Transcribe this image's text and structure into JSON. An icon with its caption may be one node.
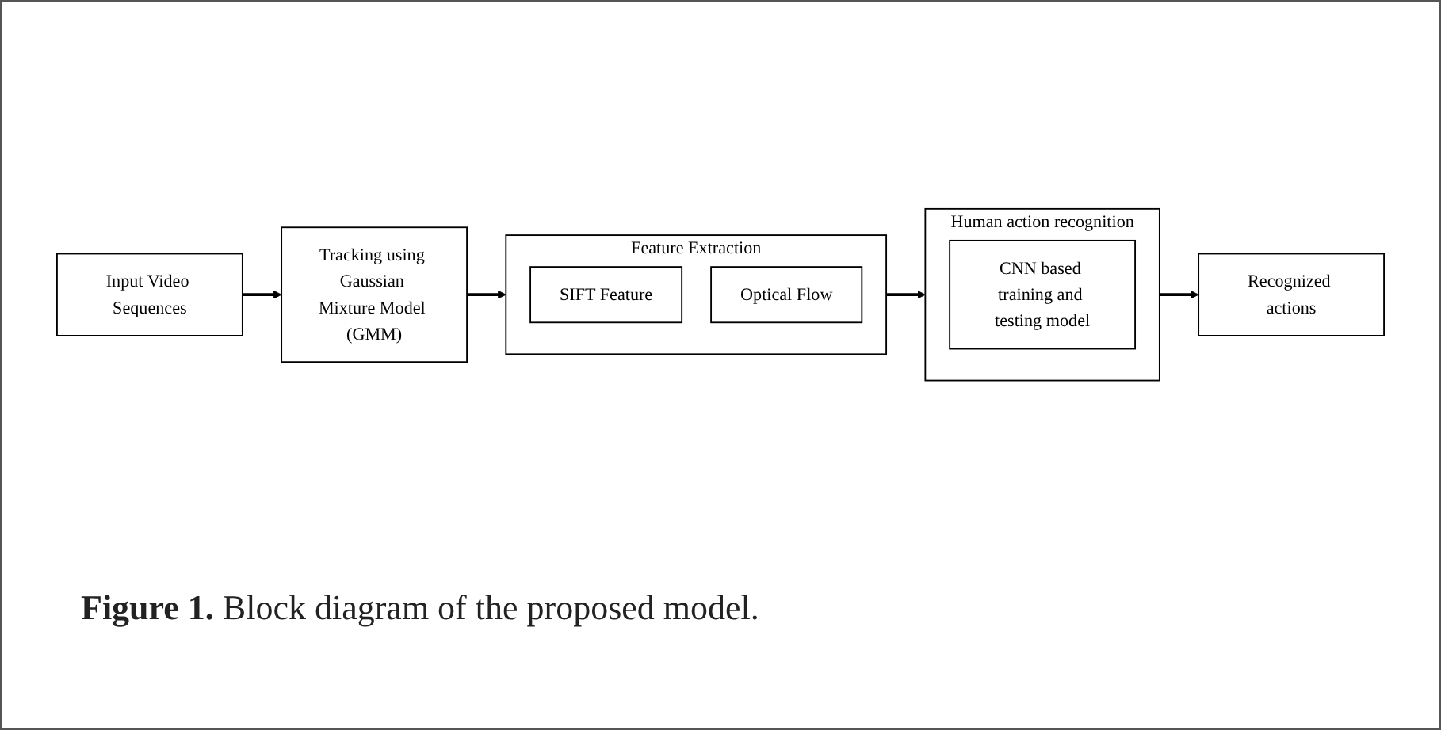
{
  "diagram": {
    "caption": "**Figure 1.** Block diagram of the proposed model.",
    "nodes": [
      {
        "text": [
          "Input Video Sequences"
        ]
      },
      {
        "text": [
          "Tracking using Gaussian Mixture Model (GMM)"
        ]
      },
      {
        "text": [
          "Feature Extraction"
        ]
      },
      {
        "text": [
          "SIFT Feature"
        ],
        "in": 2
      },
      {
        "text": [
          "Optical Flow"
        ],
        "in": 2
      },
      {
        "text": [
          "Human action recognition"
        ]
      },
      {
        "text": [
          "CNN based training and testing model"
        ],
        "in": 5
      },
      {
        "text": [
          "Recognized actions"
        ]
      }
    ],
    "edges": [
      {
        "from": 0,
        "to": 1,
        "arrow": "to"
      },
      {
        "from": 1,
        "to": 2,
        "arrow": "to"
      },
      {
        "from": 2,
        "to": 5,
        "arrow": "to"
      },
      {
        "from": 5,
        "to": 7,
        "arrow": "to"
      }
    ]
  }
}
